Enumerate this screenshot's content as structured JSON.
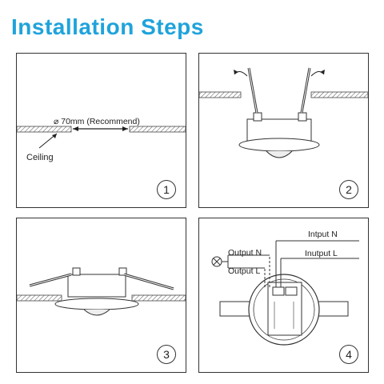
{
  "title": "Installation Steps",
  "steps": [
    {
      "number": "1",
      "hole_label": "⌀ 70mm (Recommend)",
      "ceiling_label": "Ceiling"
    },
    {
      "number": "2"
    },
    {
      "number": "3"
    },
    {
      "number": "4",
      "output_n": "Output N",
      "output_l": "Output L",
      "input_n": "Intput N",
      "input_l": "Inutput L"
    }
  ],
  "colors": {
    "title": "#1fa3db",
    "line": "#333333"
  }
}
